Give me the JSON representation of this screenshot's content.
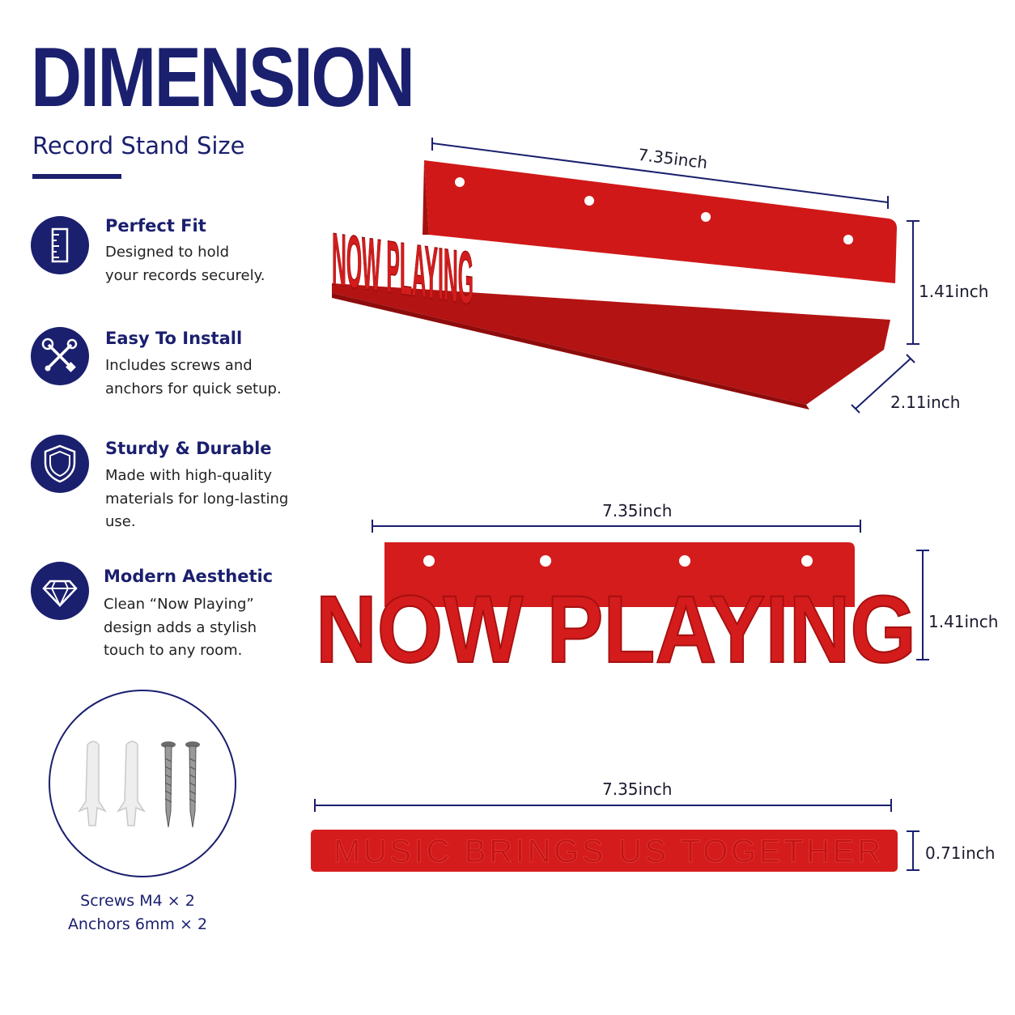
{
  "header": {
    "title": "DIMENSION",
    "subtitle": "Record Stand Size"
  },
  "features": [
    {
      "icon": "ruler-icon",
      "title": "Perfect Fit",
      "lines": [
        "Designed to hold",
        "your records securely."
      ]
    },
    {
      "icon": "tools-icon",
      "title": "Easy To Install",
      "lines": [
        "Includes screws and",
        "anchors for quick setup."
      ]
    },
    {
      "icon": "shield-icon",
      "title": "Sturdy & Durable",
      "lines": [
        "Made with high-quality",
        "materials for long-lasting",
        "use."
      ]
    },
    {
      "icon": "diamond-icon",
      "title": "Modern Aesthetic",
      "lines": [
        "Clean “Now Playing”",
        "design adds a stylish",
        "touch to any room."
      ]
    }
  ],
  "product": {
    "front_text": "NOW PLAYING",
    "plate_text": "MUSIC BRINGS US TOGETHER"
  },
  "dimensions": {
    "view1": {
      "width": "7.35inch",
      "height": "1.41inch",
      "depth": "2.11inch"
    },
    "view2": {
      "width": "7.35inch",
      "height": "1.41inch"
    },
    "view3": {
      "width": "7.35inch",
      "height": "0.71inch"
    }
  },
  "hardware": {
    "line1": "Screws M4 × 2",
    "line2": "Anchors 6mm × 2"
  },
  "colors": {
    "brand_navy": "#1a1f6e",
    "product_red": "#d41c1c"
  }
}
